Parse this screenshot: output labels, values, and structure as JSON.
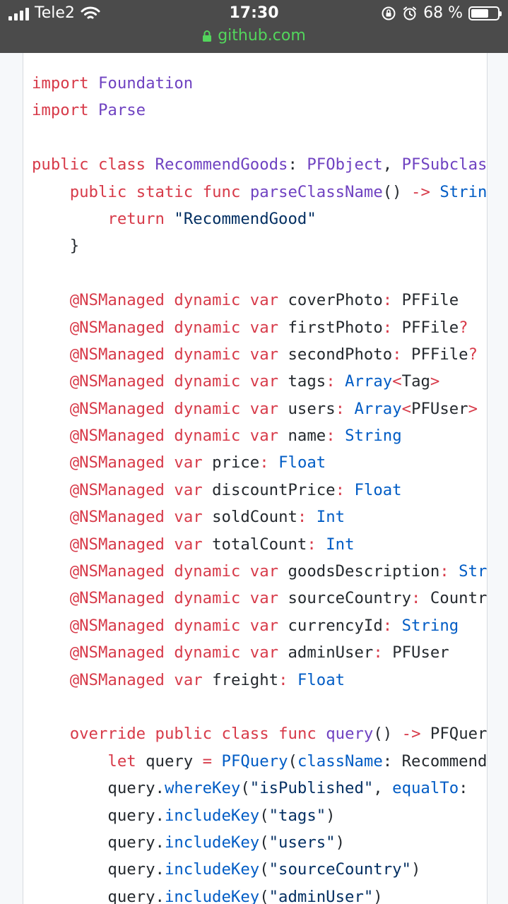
{
  "status_bar": {
    "carrier": "Tele2",
    "time": "17:30",
    "battery": "68 %",
    "battery_level": 0.68,
    "url": "github.com"
  },
  "code_lines": [
    [
      [
        "k",
        "import"
      ],
      [
        "p",
        " "
      ],
      [
        "t",
        "Foundation"
      ]
    ],
    [
      [
        "k",
        "import"
      ],
      [
        "p",
        " "
      ],
      [
        "t",
        "Parse"
      ]
    ],
    [],
    [
      [
        "k",
        "public"
      ],
      [
        "p",
        " "
      ],
      [
        "k",
        "class"
      ],
      [
        "p",
        " "
      ],
      [
        "t",
        "RecommendGoods"
      ],
      [
        "p",
        ": "
      ],
      [
        "t",
        "PFObject"
      ],
      [
        "p",
        ", "
      ],
      [
        "t",
        "PFSubclassing"
      ],
      [
        "p",
        " {"
      ]
    ],
    [
      [
        "p",
        "    "
      ],
      [
        "k",
        "public"
      ],
      [
        "p",
        " "
      ],
      [
        "k",
        "static"
      ],
      [
        "p",
        " "
      ],
      [
        "k",
        "func"
      ],
      [
        "p",
        " "
      ],
      [
        "t",
        "parseClassName"
      ],
      [
        "p",
        "() "
      ],
      [
        "k",
        "->"
      ],
      [
        "p",
        " "
      ],
      [
        "b",
        "String"
      ],
      [
        "p",
        " {"
      ]
    ],
    [
      [
        "p",
        "        "
      ],
      [
        "k",
        "return"
      ],
      [
        "p",
        " "
      ],
      [
        "s",
        "\"RecommendGood\""
      ]
    ],
    [
      [
        "p",
        "    }"
      ]
    ],
    [],
    [
      [
        "p",
        "    "
      ],
      [
        "k",
        "@NSManaged"
      ],
      [
        "p",
        " "
      ],
      [
        "k",
        "dynamic"
      ],
      [
        "p",
        " "
      ],
      [
        "k",
        "var"
      ],
      [
        "p",
        " coverPhoto"
      ],
      [
        "k",
        ":"
      ],
      [
        "p",
        " PFFile"
      ]
    ],
    [
      [
        "p",
        "    "
      ],
      [
        "k",
        "@NSManaged"
      ],
      [
        "p",
        " "
      ],
      [
        "k",
        "dynamic"
      ],
      [
        "p",
        " "
      ],
      [
        "k",
        "var"
      ],
      [
        "p",
        " firstPhoto"
      ],
      [
        "k",
        ":"
      ],
      [
        "p",
        " PFFile"
      ],
      [
        "k",
        "?"
      ]
    ],
    [
      [
        "p",
        "    "
      ],
      [
        "k",
        "@NSManaged"
      ],
      [
        "p",
        " "
      ],
      [
        "k",
        "dynamic"
      ],
      [
        "p",
        " "
      ],
      [
        "k",
        "var"
      ],
      [
        "p",
        " secondPhoto"
      ],
      [
        "k",
        ":"
      ],
      [
        "p",
        " PFFile"
      ],
      [
        "k",
        "?"
      ]
    ],
    [
      [
        "p",
        "    "
      ],
      [
        "k",
        "@NSManaged"
      ],
      [
        "p",
        " "
      ],
      [
        "k",
        "dynamic"
      ],
      [
        "p",
        " "
      ],
      [
        "k",
        "var"
      ],
      [
        "p",
        " tags"
      ],
      [
        "k",
        ":"
      ],
      [
        "p",
        " "
      ],
      [
        "b",
        "Array"
      ],
      [
        "k",
        "<"
      ],
      [
        "p",
        "Tag"
      ],
      [
        "k",
        ">"
      ]
    ],
    [
      [
        "p",
        "    "
      ],
      [
        "k",
        "@NSManaged"
      ],
      [
        "p",
        " "
      ],
      [
        "k",
        "dynamic"
      ],
      [
        "p",
        " "
      ],
      [
        "k",
        "var"
      ],
      [
        "p",
        " users"
      ],
      [
        "k",
        ":"
      ],
      [
        "p",
        " "
      ],
      [
        "b",
        "Array"
      ],
      [
        "k",
        "<"
      ],
      [
        "p",
        "PFUser"
      ],
      [
        "k",
        ">"
      ]
    ],
    [
      [
        "p",
        "    "
      ],
      [
        "k",
        "@NSManaged"
      ],
      [
        "p",
        " "
      ],
      [
        "k",
        "dynamic"
      ],
      [
        "p",
        " "
      ],
      [
        "k",
        "var"
      ],
      [
        "p",
        " name"
      ],
      [
        "k",
        ":"
      ],
      [
        "p",
        " "
      ],
      [
        "b",
        "String"
      ]
    ],
    [
      [
        "p",
        "    "
      ],
      [
        "k",
        "@NSManaged"
      ],
      [
        "p",
        " "
      ],
      [
        "k",
        "var"
      ],
      [
        "p",
        " price"
      ],
      [
        "k",
        ":"
      ],
      [
        "p",
        " "
      ],
      [
        "b",
        "Float"
      ]
    ],
    [
      [
        "p",
        "    "
      ],
      [
        "k",
        "@NSManaged"
      ],
      [
        "p",
        " "
      ],
      [
        "k",
        "var"
      ],
      [
        "p",
        " discountPrice"
      ],
      [
        "k",
        ":"
      ],
      [
        "p",
        " "
      ],
      [
        "b",
        "Float"
      ]
    ],
    [
      [
        "p",
        "    "
      ],
      [
        "k",
        "@NSManaged"
      ],
      [
        "p",
        " "
      ],
      [
        "k",
        "var"
      ],
      [
        "p",
        " soldCount"
      ],
      [
        "k",
        ":"
      ],
      [
        "p",
        " "
      ],
      [
        "b",
        "Int"
      ]
    ],
    [
      [
        "p",
        "    "
      ],
      [
        "k",
        "@NSManaged"
      ],
      [
        "p",
        " "
      ],
      [
        "k",
        "var"
      ],
      [
        "p",
        " totalCount"
      ],
      [
        "k",
        ":"
      ],
      [
        "p",
        " "
      ],
      [
        "b",
        "Int"
      ]
    ],
    [
      [
        "p",
        "    "
      ],
      [
        "k",
        "@NSManaged"
      ],
      [
        "p",
        " "
      ],
      [
        "k",
        "dynamic"
      ],
      [
        "p",
        " "
      ],
      [
        "k",
        "var"
      ],
      [
        "p",
        " goodsDescription"
      ],
      [
        "k",
        ":"
      ],
      [
        "p",
        " "
      ],
      [
        "b",
        "String"
      ]
    ],
    [
      [
        "p",
        "    "
      ],
      [
        "k",
        "@NSManaged"
      ],
      [
        "p",
        " "
      ],
      [
        "k",
        "dynamic"
      ],
      [
        "p",
        " "
      ],
      [
        "k",
        "var"
      ],
      [
        "p",
        " sourceCountry"
      ],
      [
        "k",
        ":"
      ],
      [
        "p",
        " Country"
      ]
    ],
    [
      [
        "p",
        "    "
      ],
      [
        "k",
        "@NSManaged"
      ],
      [
        "p",
        " "
      ],
      [
        "k",
        "dynamic"
      ],
      [
        "p",
        " "
      ],
      [
        "k",
        "var"
      ],
      [
        "p",
        " currencyId"
      ],
      [
        "k",
        ":"
      ],
      [
        "p",
        " "
      ],
      [
        "b",
        "String"
      ]
    ],
    [
      [
        "p",
        "    "
      ],
      [
        "k",
        "@NSManaged"
      ],
      [
        "p",
        " "
      ],
      [
        "k",
        "dynamic"
      ],
      [
        "p",
        " "
      ],
      [
        "k",
        "var"
      ],
      [
        "p",
        " adminUser"
      ],
      [
        "k",
        ":"
      ],
      [
        "p",
        " PFUser"
      ]
    ],
    [
      [
        "p",
        "    "
      ],
      [
        "k",
        "@NSManaged"
      ],
      [
        "p",
        " "
      ],
      [
        "k",
        "var"
      ],
      [
        "p",
        " freight"
      ],
      [
        "k",
        ":"
      ],
      [
        "p",
        " "
      ],
      [
        "b",
        "Float"
      ]
    ],
    [],
    [
      [
        "p",
        "    "
      ],
      [
        "k",
        "override"
      ],
      [
        "p",
        " "
      ],
      [
        "k",
        "public"
      ],
      [
        "p",
        " "
      ],
      [
        "k",
        "class"
      ],
      [
        "p",
        " "
      ],
      [
        "k",
        "func"
      ],
      [
        "p",
        " "
      ],
      [
        "t",
        "query"
      ],
      [
        "p",
        "() "
      ],
      [
        "k",
        "->"
      ],
      [
        "p",
        " PFQuery"
      ]
    ],
    [
      [
        "p",
        "        "
      ],
      [
        "k",
        "let"
      ],
      [
        "p",
        " query "
      ],
      [
        "k",
        "="
      ],
      [
        "p",
        " "
      ],
      [
        "b",
        "PFQuery"
      ],
      [
        "p",
        "("
      ],
      [
        "b",
        "className"
      ],
      [
        "p",
        ": RecommendGoods"
      ]
    ],
    [
      [
        "p",
        "        query."
      ],
      [
        "b",
        "whereKey"
      ],
      [
        "p",
        "("
      ],
      [
        "s",
        "\"isPublished\""
      ],
      [
        "p",
        ", "
      ],
      [
        "b",
        "equalTo"
      ],
      [
        "p",
        ": "
      ]
    ],
    [
      [
        "p",
        "        query."
      ],
      [
        "b",
        "includeKey"
      ],
      [
        "p",
        "("
      ],
      [
        "s",
        "\"tags\""
      ],
      [
        "p",
        ")"
      ]
    ],
    [
      [
        "p",
        "        query."
      ],
      [
        "b",
        "includeKey"
      ],
      [
        "p",
        "("
      ],
      [
        "s",
        "\"users\""
      ],
      [
        "p",
        ")"
      ]
    ],
    [
      [
        "p",
        "        query."
      ],
      [
        "b",
        "includeKey"
      ],
      [
        "p",
        "("
      ],
      [
        "s",
        "\"sourceCountry\""
      ],
      [
        "p",
        ")"
      ]
    ],
    [
      [
        "p",
        "        query."
      ],
      [
        "b",
        "includeKey"
      ],
      [
        "p",
        "("
      ],
      [
        "s",
        "\"adminUser\""
      ],
      [
        "p",
        ")"
      ]
    ]
  ]
}
